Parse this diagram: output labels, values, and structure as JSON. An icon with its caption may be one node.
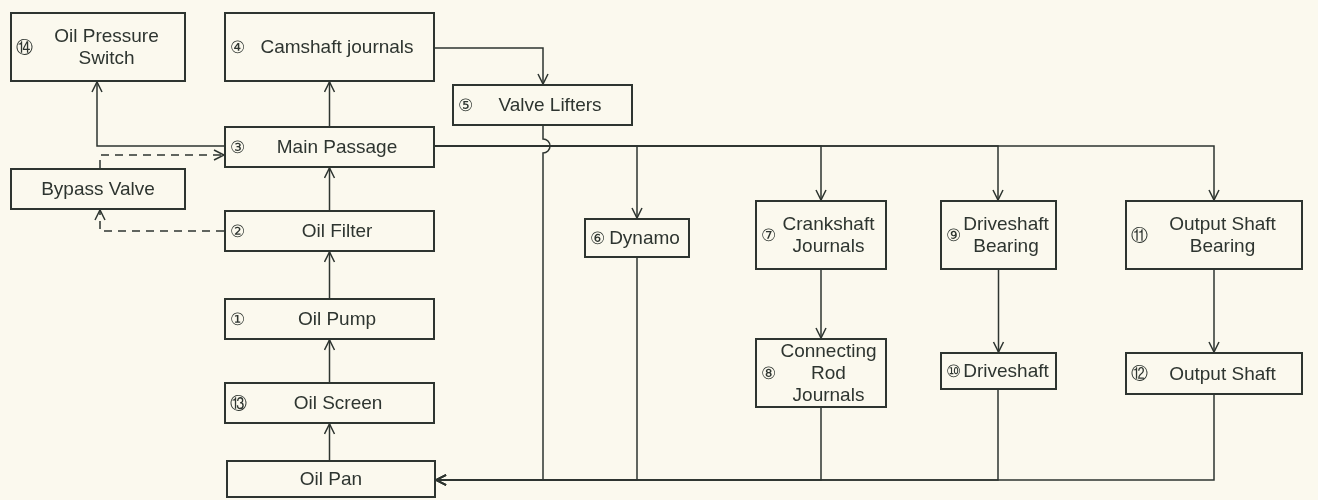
{
  "diagram": {
    "nodes": [
      {
        "text": [
          "⑭",
          "Oil Pressure Switch"
        ]
      },
      {
        "text": [
          "④",
          "Camshaft journals"
        ]
      },
      {
        "text": [
          "⑤",
          "Valve Lifters"
        ]
      },
      {
        "text": [
          "③",
          "Main Passage"
        ]
      },
      {
        "text": [
          "Bypass Valve"
        ]
      },
      {
        "text": [
          "②",
          "Oil Filter"
        ]
      },
      {
        "text": [
          "⑥",
          "Dynamo"
        ]
      },
      {
        "text": [
          "⑦",
          "Crankshaft Journals"
        ]
      },
      {
        "text": [
          "⑨",
          "Driveshaft Bearing"
        ]
      },
      {
        "text": [
          "⑪",
          "Output Shaft Bearing"
        ]
      },
      {
        "text": [
          "①",
          "Oil Pump"
        ]
      },
      {
        "text": [
          "⑧",
          "Connecting Rod Journals"
        ]
      },
      {
        "text": [
          "⑩",
          "Driveshaft"
        ]
      },
      {
        "text": [
          "⑫",
          "Output Shaft"
        ]
      },
      {
        "text": [
          "⑬",
          "Oil Screen"
        ]
      },
      {
        "text": [
          "Oil Pan"
        ]
      }
    ],
    "edges": [
      {
        "from": 3,
        "to": 0,
        "arrow": "to"
      },
      {
        "from": 3,
        "to": 1,
        "arrow": "to"
      },
      {
        "from": 1,
        "to": 2,
        "arrow": "to"
      },
      {
        "from": 5,
        "to": 4,
        "arrow": "to",
        "style": "dashed"
      },
      {
        "from": 4,
        "to": 3,
        "arrow": "to",
        "style": "dashed"
      },
      {
        "from": 5,
        "to": 3,
        "arrow": "to"
      },
      {
        "from": 10,
        "to": 5,
        "arrow": "to"
      },
      {
        "from": 14,
        "to": 10,
        "arrow": "to"
      },
      {
        "from": 15,
        "to": 14,
        "arrow": "to"
      },
      {
        "from": 3,
        "to": 6,
        "arrow": "to"
      },
      {
        "from": 3,
        "to": 7,
        "arrow": "to"
      },
      {
        "from": 3,
        "to": 8,
        "arrow": "to"
      },
      {
        "from": 3,
        "to": 9,
        "arrow": "to"
      },
      {
        "from": 7,
        "to": 11,
        "arrow": "to"
      },
      {
        "from": 8,
        "to": 12,
        "arrow": "to"
      },
      {
        "from": 9,
        "to": 13,
        "arrow": "to"
      },
      {
        "from": 2,
        "to": 15,
        "arrow": "to"
      },
      {
        "from": 6,
        "to": 15,
        "arrow": "to"
      },
      {
        "from": 11,
        "to": 15,
        "arrow": "to"
      },
      {
        "from": 12,
        "to": 15,
        "arrow": "to"
      },
      {
        "from": 13,
        "to": 15,
        "arrow": "to"
      }
    ]
  }
}
